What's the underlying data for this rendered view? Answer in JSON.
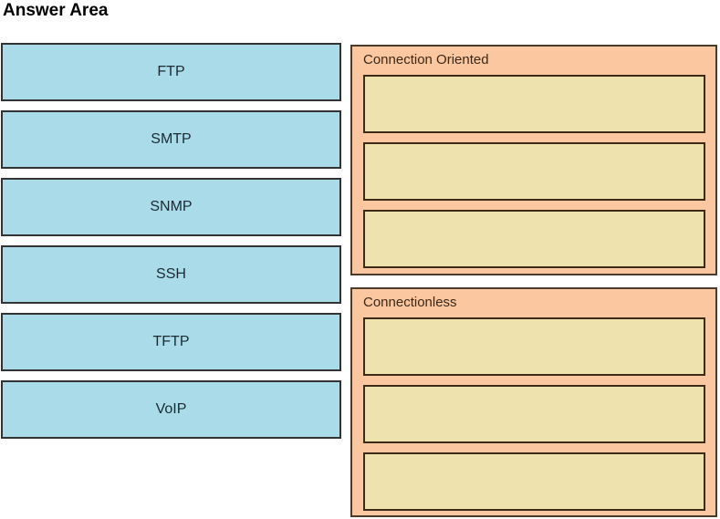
{
  "page": {
    "title": "Answer Area"
  },
  "colors": {
    "page_background": "#FFFFFF",
    "item_fill": "#A9DBE8",
    "item_border": "#333333",
    "item_text": "#1B2A33",
    "container_fill": "#FAC7A1",
    "container_border": "#4A3B2A",
    "container_title_text": "#3D2817",
    "slot_fill": "#EEE3AF",
    "slot_border": "#3E2B17",
    "title_text": "#000000"
  },
  "draggable_items": [
    {
      "label": "FTP"
    },
    {
      "label": "SMTP"
    },
    {
      "label": "SNMP"
    },
    {
      "label": "SSH"
    },
    {
      "label": "TFTP"
    },
    {
      "label": "VoIP"
    }
  ],
  "drop_containers": [
    {
      "title": "Connection Oriented",
      "slots": [
        "",
        "",
        ""
      ]
    },
    {
      "title": "Connectionless",
      "slots": [
        "",
        "",
        ""
      ]
    }
  ]
}
